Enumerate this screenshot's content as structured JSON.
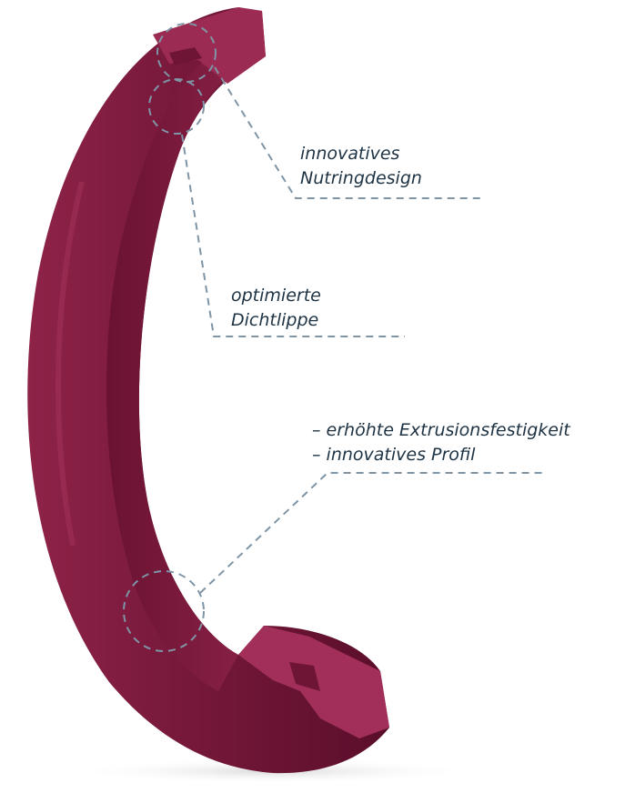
{
  "callouts": [
    {
      "lines": [
        "innovatives",
        "Nutringdesign"
      ]
    },
    {
      "lines": [
        "optimierte",
        "Dichtlippe"
      ]
    },
    {
      "lines": [
        "– erhöhte Extrusionsfestigkeit",
        "– innovatives Profil"
      ]
    }
  ],
  "colors": {
    "seal_dark": "#5e0f2c",
    "seal_mid": "#7e1b3f",
    "seal_light": "#9a2a52",
    "leader_line": "#7f95a6",
    "text": "#1e3344"
  },
  "image": {
    "subject": "seal-ring-image"
  }
}
